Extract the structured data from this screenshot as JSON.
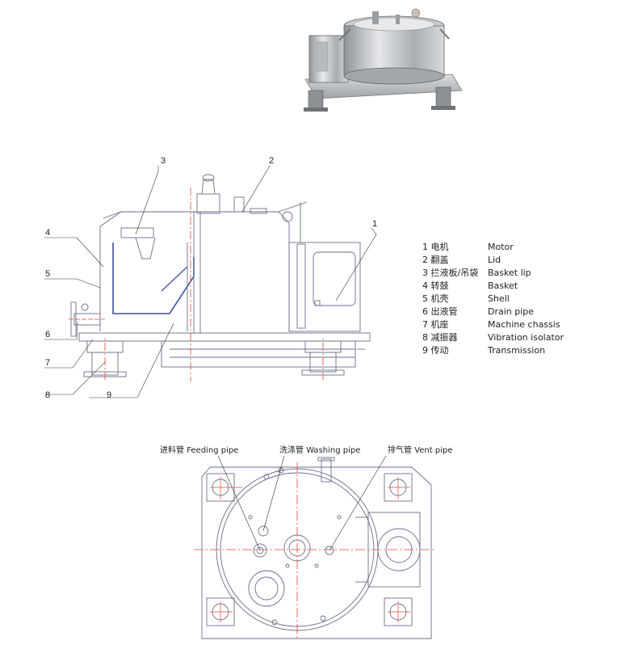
{
  "photo": {
    "description_icon": "centrifuge-photo"
  },
  "section_view": {
    "callouts": [
      "1",
      "2",
      "3",
      "4",
      "5",
      "6",
      "7",
      "8",
      "9"
    ]
  },
  "legend": {
    "items": [
      {
        "num": "1",
        "cn": "电机",
        "en": "Motor"
      },
      {
        "num": "2",
        "cn": "翻盖",
        "en": "Lid"
      },
      {
        "num": "3",
        "cn": "拦液板/吊袋",
        "en": "Basket lip"
      },
      {
        "num": "4",
        "cn": "转鼓",
        "en": "Basket"
      },
      {
        "num": "5",
        "cn": "机壳",
        "en": "Shell"
      },
      {
        "num": "6",
        "cn": "出液管",
        "en": "Drain pipe"
      },
      {
        "num": "7",
        "cn": "机座",
        "en": "Machine chassis"
      },
      {
        "num": "8",
        "cn": "减振器",
        "en": "Vibration isolator"
      },
      {
        "num": "9",
        "cn": "传动",
        "en": "Transmission"
      }
    ]
  },
  "plan_view": {
    "labels": [
      {
        "cn": "进料管",
        "en": "Feeding pipe"
      },
      {
        "cn": "洗涤管",
        "en": "Washing pipe"
      },
      {
        "cn": "排气管",
        "en": "Vent pipe"
      }
    ]
  },
  "colors": {
    "line": "#6a6f8a",
    "blue_line": "#3f4f9c",
    "red_center": "#e0463a",
    "steel": "#b9bcc0"
  }
}
